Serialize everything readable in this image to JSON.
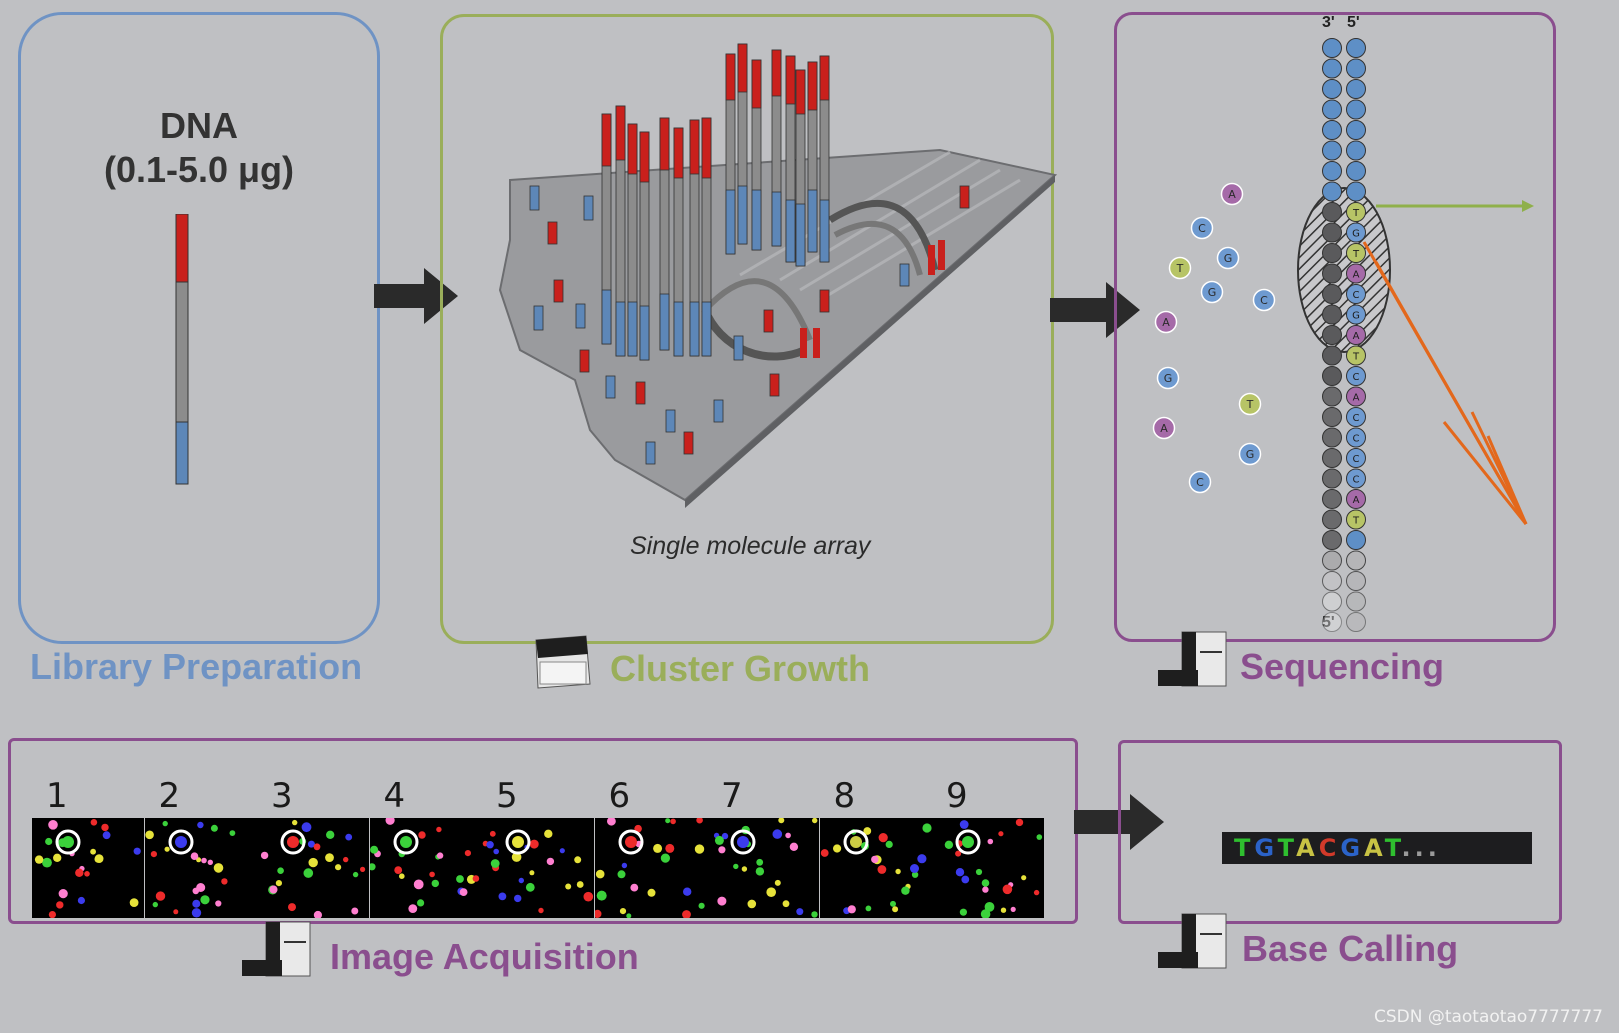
{
  "stages": {
    "library_preparation": {
      "title": "Library Preparation",
      "color": "#6f93c4"
    },
    "cluster_growth": {
      "title": "Cluster Growth",
      "color": "#9aae5a",
      "caption": "Single molecule array"
    },
    "sequencing": {
      "title": "Sequencing",
      "color": "#8a4e8e",
      "strand_labels": {
        "top_3": "3'",
        "top_5": "5'",
        "bottom_5": "5'"
      }
    },
    "image_acquisition": {
      "title": "Image Acquisition",
      "color": "#8a4e8e",
      "frame_numbers": [
        "1",
        "2",
        "3",
        "4",
        "5",
        "6",
        "7",
        "8",
        "9"
      ]
    },
    "base_calling": {
      "title": "Base Calling",
      "color": "#8a4e8e",
      "read": [
        {
          "base": "T",
          "color": "#2fbf2f"
        },
        {
          "base": "G",
          "color": "#2b63c9"
        },
        {
          "base": "T",
          "color": "#2fbf2f"
        },
        {
          "base": "A",
          "color": "#c8c244"
        },
        {
          "base": "C",
          "color": "#d23a2a"
        },
        {
          "base": "G",
          "color": "#2b63c9"
        },
        {
          "base": "A",
          "color": "#c8c244"
        },
        {
          "base": "T",
          "color": "#2fbf2f"
        },
        {
          "base": "...",
          "color": "#9a9a9a"
        }
      ]
    }
  },
  "dna": {
    "line1": "DNA",
    "line2": "(0.1-5.0 μg)"
  },
  "free_nucleotides": [
    "A",
    "C",
    "G",
    "T",
    "G",
    "C",
    "A",
    "G",
    "T",
    "A",
    "G",
    "C"
  ],
  "watermark": "CSDN @taotaotao7777777"
}
